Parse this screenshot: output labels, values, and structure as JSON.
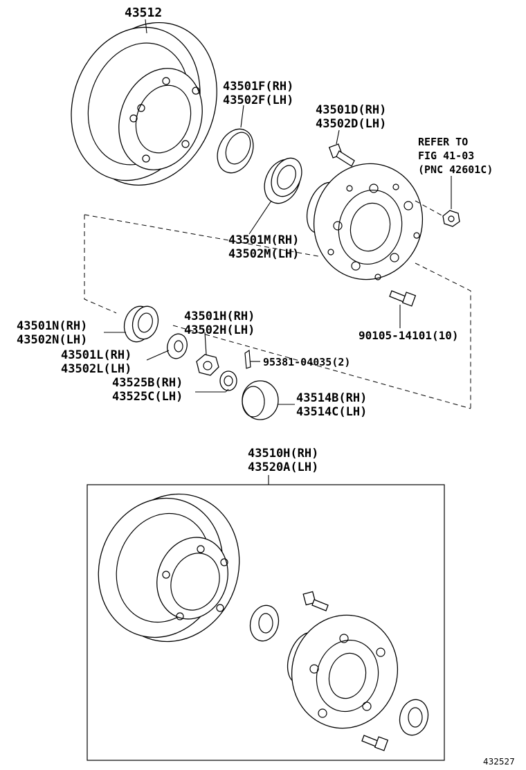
{
  "labels": {
    "rotor_top": "43512",
    "seal_rh": "43501F(RH)",
    "seal_lh": "43502F(LH)",
    "stud_top_rh": "43501D(RH)",
    "stud_top_lh": "43502D(LH)",
    "refer_1": "REFER TO",
    "refer_2": "FIG 41-03",
    "refer_3": "(PNC 42601C)",
    "inner_bearing_rh": "43501M(RH)",
    "inner_bearing_lh": "43502M(LH)",
    "outer_bearing_rh": "43501N(RH)",
    "outer_bearing_lh": "43502N(LH)",
    "washer_rh": "43501L(RH)",
    "washer_lh": "43502L(LH)",
    "nut_rh": "43501H(RH)",
    "nut_lh": "43502H(LH)",
    "cotter_pin": "95381-04035(2)",
    "lock_cap_rh": "43525B(RH)",
    "lock_cap_lh": "43525C(LH)",
    "grease_cap_rh": "43514B(RH)",
    "grease_cap_lh": "43514C(LH)",
    "hub_bolt": "90105-14101(10)",
    "assy_rh": "43510H(RH)",
    "assy_lh": "43520A(LH)"
  },
  "figure_number": "432527"
}
